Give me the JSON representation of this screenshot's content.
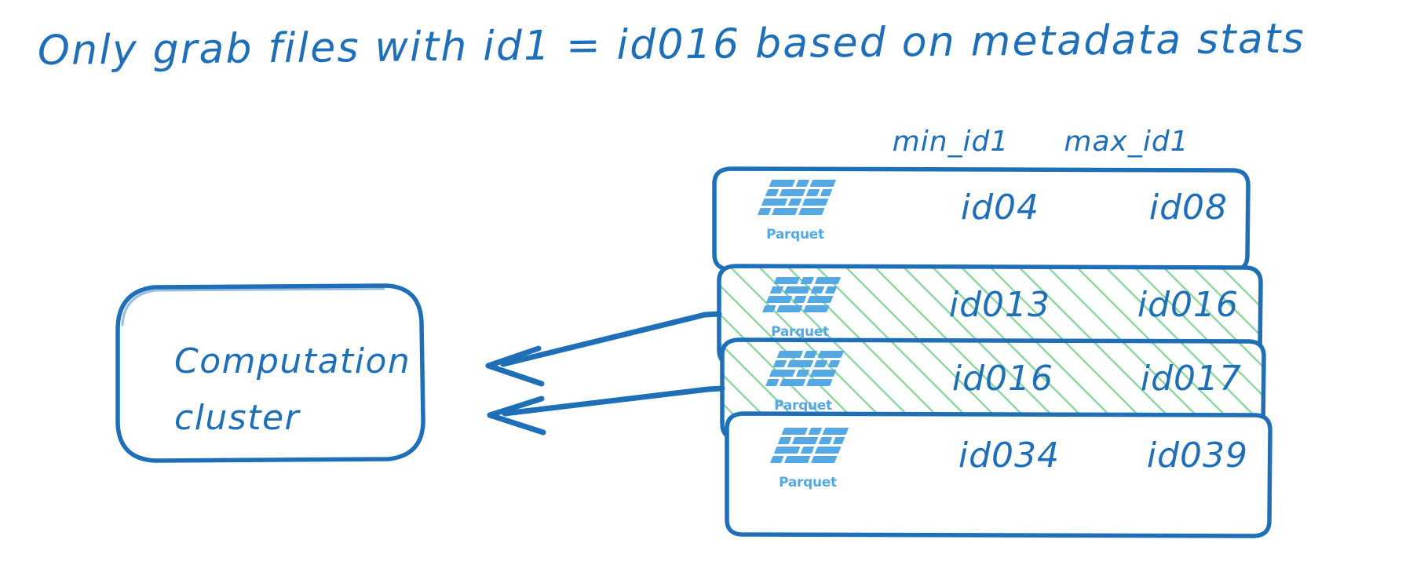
{
  "title": "Only grab files with id1 = id016 based on metadata stats",
  "colors": {
    "stroke_blue": "#1f6fb8",
    "ink_blue": "#1f6fb8",
    "logo_blue": "#55a8e2",
    "highlight_green": "#8fd6a0",
    "background": "#ffffff"
  },
  "cluster": {
    "label_line1": "Computation",
    "label_line2": "cluster",
    "name": "Computation cluster"
  },
  "table": {
    "headers": {
      "min": "min_id1",
      "max": "max_id1"
    },
    "rows": [
      {
        "logo_label": "Parquet",
        "min_id1": "id04",
        "max_id1": "id08",
        "selected": false
      },
      {
        "logo_label": "Parquet",
        "min_id1": "id013",
        "max_id1": "id016",
        "selected": true
      },
      {
        "logo_label": "Parquet",
        "min_id1": "id016",
        "max_id1": "id017",
        "selected": true
      },
      {
        "logo_label": "Parquet",
        "min_id1": "id034",
        "max_id1": "id039",
        "selected": false
      }
    ]
  },
  "arrows": [
    {
      "from_row": 2,
      "to": "Computation cluster"
    },
    {
      "from_row": 3,
      "to": "Computation cluster"
    }
  ]
}
